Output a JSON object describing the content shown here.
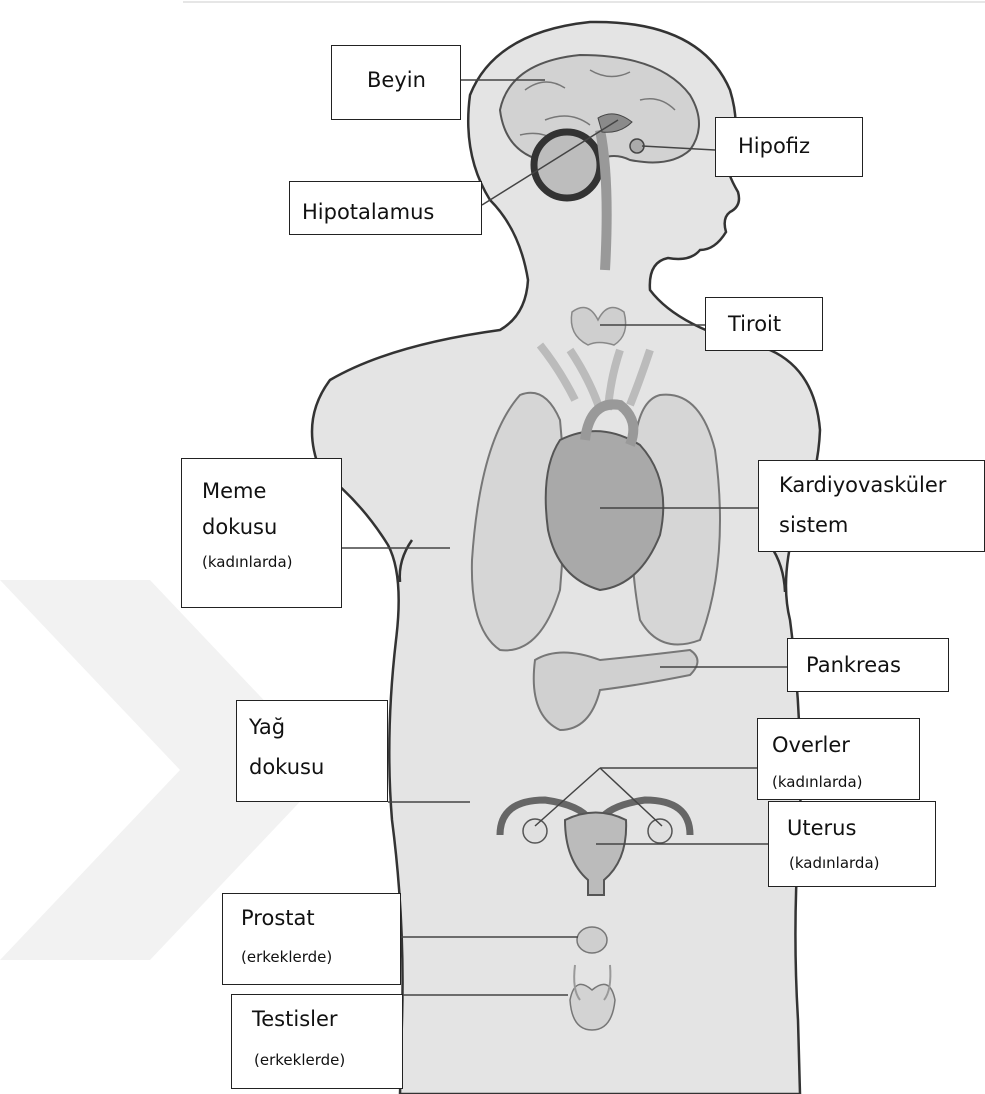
{
  "labels": {
    "beyin": {
      "line1": "Beyin"
    },
    "hipofiz": {
      "line1": "Hipofiz"
    },
    "hipotalamus": {
      "line1": "Hipotalamus"
    },
    "tiroit": {
      "line1": "Tiroit"
    },
    "meme": {
      "line1": "Meme",
      "line2": "dokusu",
      "line3": "(kadınlarda)"
    },
    "kardiyo": {
      "line1": "Kardiyovasküler",
      "line2": "sistem"
    },
    "pankreas": {
      "line1": "Pankreas"
    },
    "yag": {
      "line1": "Yağ",
      "line2": "dokusu"
    },
    "overler": {
      "line1": "Overler",
      "line2": "(kadınlarda)"
    },
    "uterus": {
      "line1": "Uterus",
      "line2": "(kadınlarda)"
    },
    "prostat": {
      "line1": "Prostat",
      "line2": "(erkeklerde)"
    },
    "testisler": {
      "line1": "Testisler",
      "line2": "(erkeklerde)"
    }
  },
  "colors": {
    "body_fill": "#e4e4e4",
    "organ_fill": "#cfcfcf",
    "organ_dark": "#8a8a8a",
    "outline": "#333333",
    "watermark": "#f2f2f2"
  }
}
